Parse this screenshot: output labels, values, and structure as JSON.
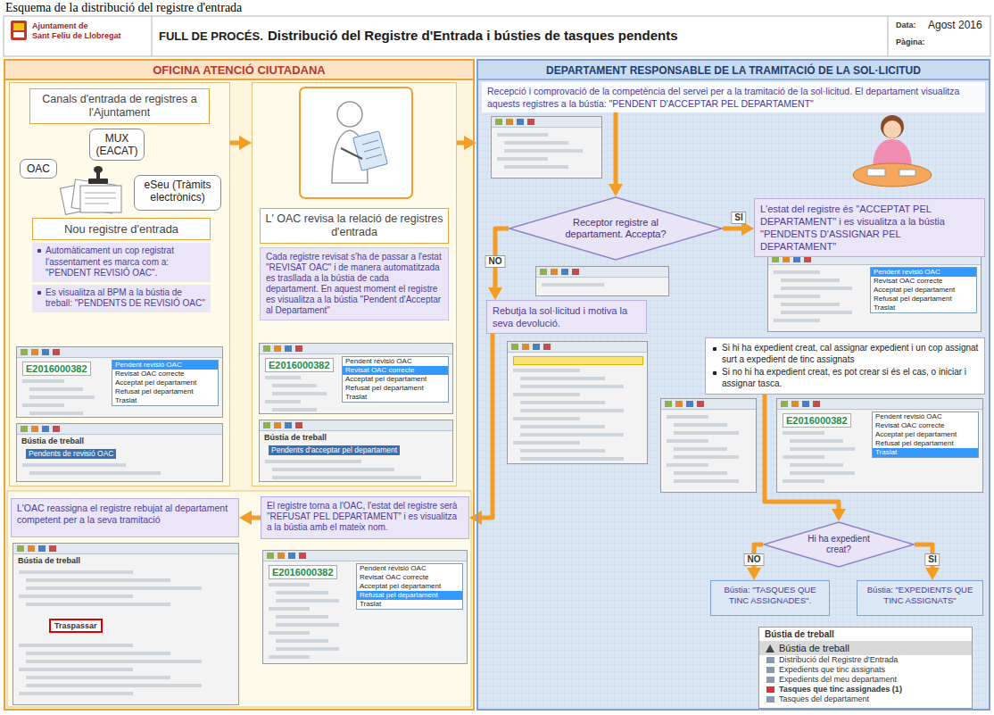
{
  "diagram": {
    "title": "Distribució del Registre d'Entrada i bústies de tasques pendents",
    "caption": "Esquema de la distribució del registre d'entrada",
    "nodes": [
      {
        "text": [
          "OFICINA ATENCIÓ CIUTADANA"
        ]
      },
      {
        "text": [
          "DEPARTAMENT RESPONSABLE DE LA TRAMITACIÓ DE LA SOL·LICITUD"
        ]
      },
      {
        "text": [
          "Canals d'entrada de registres a l'Ajuntament"
        ],
        "in": 0
      },
      {
        "text": [
          "OAC"
        ],
        "in": 2
      },
      {
        "text": [
          "MUX (EACAT)"
        ],
        "in": 2
      },
      {
        "text": [
          "eSeu (Tràmits electrònics)"
        ],
        "in": 2
      },
      {
        "text": [
          "Nou registre d'entrada",
          "Automàticament un cop registrat l'assentament es marca com a: \"PENDENT REVISIÓ OAC\".",
          "Es visualitza al BPM a la bústia de treball: \"PENDENTS DE REVISIÓ OAC\""
        ],
        "in": 2
      },
      {
        "text": [
          "L' OAC revisa la relació de registres d'entrada",
          "Cada registre revisat s'ha de passar a l'estat \"REVISAT OAC\" i de manera automatitzada es trasllada a la bústia de cada departament. En aquest moment el registre es visualitza a la bústia \"Pendent d'Acceptar al Departament\""
        ],
        "in": 0
      },
      {
        "text": [
          "L'OAC reassigna el registre rebujat al departament competent per a la seva tramitació"
        ],
        "in": 0
      },
      {
        "text": [
          "El registre torna a l'OAC, l'estat del registre serà \"REFUSAT PEL DEPARTAMENT\" i es visualitza a la bústia amb el mateix nom."
        ],
        "in": 0
      },
      {
        "text": [
          "Recepció i comprovació de la competència del servei per a la tramitació de la sol·licitud. El departament visualitza aquests registres a la bústia: \"PENDENT D'ACCEPTAR PEL DEPARTAMENT\""
        ],
        "in": 1
      },
      {
        "text": [
          "Receptor registre al departament. Accepta?"
        ],
        "in": 1
      },
      {
        "text": [
          "L'estat del registre és \"ACCEPTAT PEL DEPARTAMENT\" i es visualitza a la bústia \"PENDENTS D'ASSIGNAR PEL DEPARTAMENT\""
        ],
        "in": 1
      },
      {
        "text": [
          "Rebutja la sol·licitud i motiva la seva devolució."
        ],
        "in": 1
      },
      {
        "text": [
          "Si hi ha expedient creat, cal assignar expedient i un cop assignat surt a expedient de tinc assignats",
          "Si no hi ha expedient creat, es pot crear si és el cas, o iniciar i assignar tasca."
        ],
        "in": 1
      },
      {
        "text": [
          "Hi ha expedient creat?"
        ],
        "in": 1
      },
      {
        "text": [
          "Bústia: \"TASQUES QUE TINC ASSIGNADES\"."
        ],
        "in": 1
      },
      {
        "text": [
          "Bústia: \"EXPEDIENTS QUE TINC ASSIGNATS\""
        ],
        "in": 1
      },
      {
        "text": [
          "Bústia de treball",
          "Bústia de treball",
          "Distribució del Registre d'Entrada",
          "Expedients que tinc assignats",
          "Expedients del meu departament",
          "Tasques que tinc assignades (1)",
          "Tasques del departament"
        ],
        "in": 1
      }
    ],
    "edges": [
      {
        "from": 2,
        "to": 7,
        "arrow": "to"
      },
      {
        "from": 7,
        "to": 1,
        "arrow": "to"
      },
      {
        "from": 10,
        "to": 11,
        "arrow": "to"
      },
      {
        "from": 11,
        "to": 12,
        "label": "SI",
        "arrow": "to"
      },
      {
        "from": 11,
        "to": 13,
        "label": "NO",
        "arrow": "to"
      },
      {
        "from": 14,
        "to": 15,
        "arrow": "to"
      },
      {
        "from": 15,
        "to": 16,
        "label": "NO",
        "arrow": "to"
      },
      {
        "from": 15,
        "to": 17,
        "label": "SI",
        "arrow": "to"
      },
      {
        "from": 13,
        "to": 9,
        "arrow": "to"
      },
      {
        "from": 9,
        "to": 8,
        "arrow": "to"
      }
    ],
    "labels": [
      "Ajuntament de",
      "Sant Feliu de Llobregat",
      "FULL DE PROCÉS.",
      "Data:",
      "Agost 2016",
      "Pàgina:",
      "E2016000382",
      "Pendent revisió OAC",
      "Revisat OAC correcte",
      "Acceptat pel departament",
      "Refusat pel departament",
      "Traslat",
      "Bústia de treball",
      "Pendents de revisió OAC",
      "E2016000382",
      "Pendent revisió OAC",
      "Revisat OAC correcte",
      "Acceptat pel departament",
      "Refusat pel departament",
      "Traslat",
      "Bústia de treball",
      "Pendents d'acceptar pel departament",
      "Pendent revisió OAC",
      "Revisat OAC correcte",
      "Acceptat pel departament",
      "Refusat pel departament",
      "Traslat",
      "E2016000382",
      "Pendent revisió OAC",
      "Revisat OAC correcte",
      "Acceptat pel departament",
      "Refusat pel departament",
      "Traslat",
      "E2016000382",
      "Pendent revisió OAC",
      "Revisat OAC correcte",
      "Acceptat pel departament",
      "Refusat pel departament",
      "Traslat",
      "Bústia de treball",
      "Traspassar"
    ]
  }
}
